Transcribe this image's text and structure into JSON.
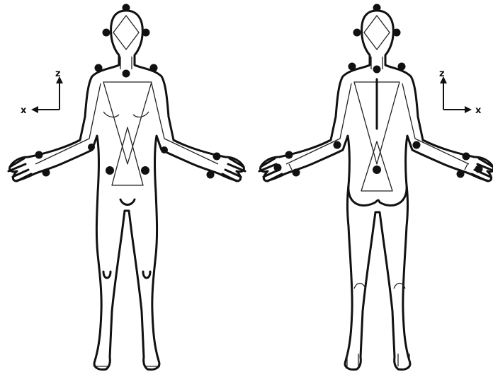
{
  "views": [
    {
      "name": "front-view",
      "axes": {
        "horizontal": "x",
        "vertical": "z",
        "horizontal_direction": "left"
      }
    },
    {
      "name": "back-view",
      "axes": {
        "horizontal": "x",
        "vertical": "z",
        "horizontal_direction": "right"
      }
    }
  ],
  "marker_color": "#111111",
  "line_color": "#111111",
  "background": "#ffffff"
}
